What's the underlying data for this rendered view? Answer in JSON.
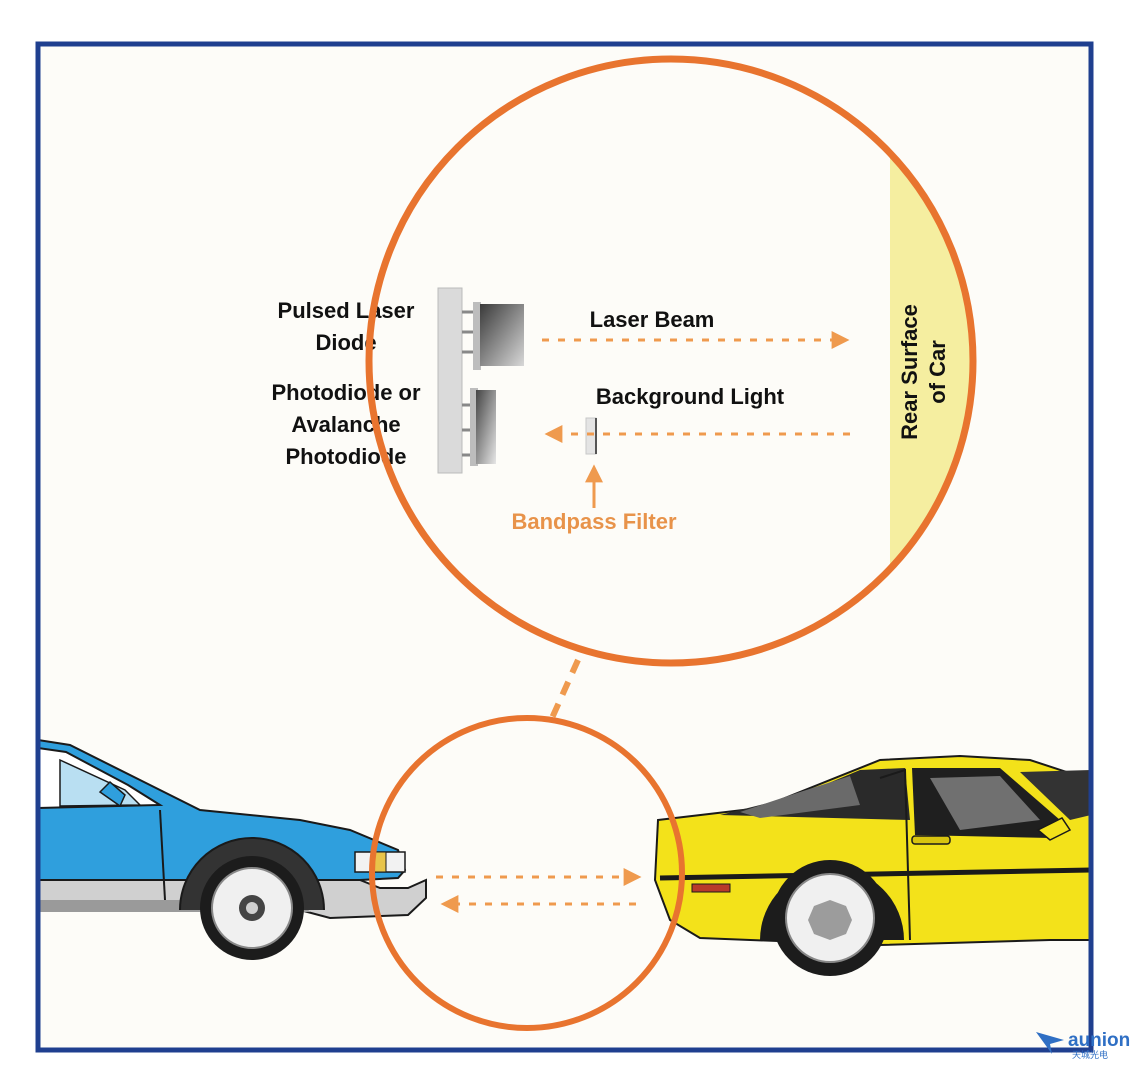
{
  "labels": {
    "pulsed_laser_diode_line1": "Pulsed Laser",
    "pulsed_laser_diode_line2": "Diode",
    "photodiode_line1": "Photodiode or",
    "photodiode_line2": "Avalanche",
    "photodiode_line3": "Photodiode",
    "laser_beam": "Laser Beam",
    "background_light": "Background Light",
    "bandpass_filter": "Bandpass Filter",
    "rear_surface_line1": "Rear Surface",
    "rear_surface_line2": "of Car"
  },
  "logo": {
    "name": "aunion",
    "subtitle": "天城光电"
  },
  "colors": {
    "frame": "#1f3f8f",
    "circle": "#e8742f",
    "arrow": "#ef9a4e",
    "rear_surface": "#f5eea0",
    "blue_car": "#2f9fdd",
    "yellow_car": "#f3e21a"
  }
}
